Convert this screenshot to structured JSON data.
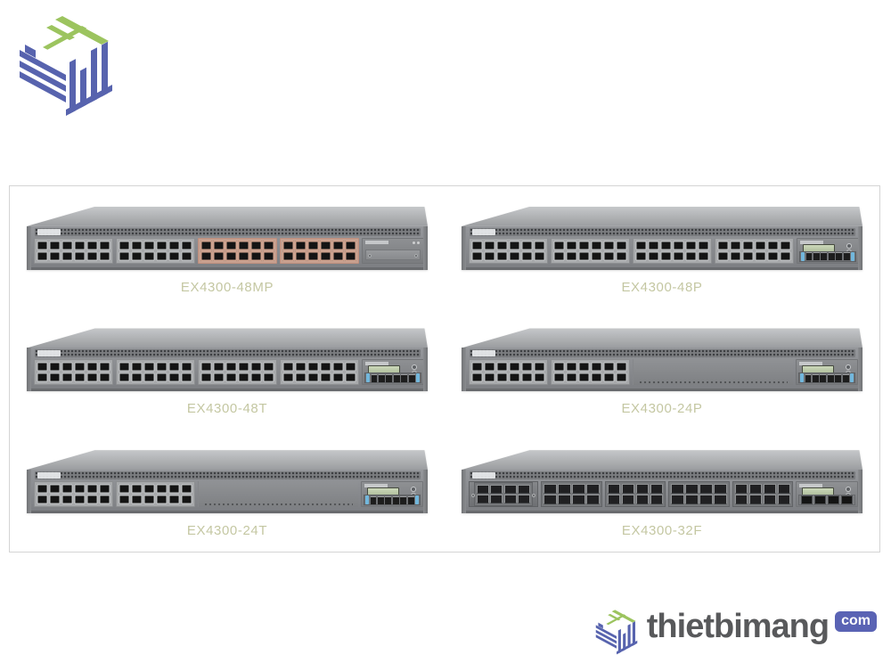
{
  "theme": {
    "page-bg": "#ffffff",
    "logo-green": "#9cc45f",
    "logo-blue": "#5763ae",
    "panel-border": "#d4d4d4",
    "label-color": "#c4c7a2",
    "badge-bg": "#5a63b4",
    "watermark-text-color": "#58595b"
  },
  "products": [
    {
      "label": "EX4300-48MP",
      "style": "copper",
      "ports": 48,
      "right_module": "blank-cover",
      "groups": [
        {
          "count": 12,
          "tone": "gray"
        },
        {
          "count": 12,
          "tone": "gray"
        },
        {
          "count": 12,
          "tone": "salmon"
        },
        {
          "count": 12,
          "tone": "salmon"
        }
      ]
    },
    {
      "label": "EX4300-48P",
      "style": "copper",
      "ports": 48,
      "right_module": "lcd-sfp",
      "groups": [
        {
          "count": 12,
          "tone": "gray"
        },
        {
          "count": 12,
          "tone": "gray"
        },
        {
          "count": 12,
          "tone": "gray"
        },
        {
          "count": 12,
          "tone": "gray"
        }
      ]
    },
    {
      "label": "EX4300-48T",
      "style": "copper",
      "ports": 48,
      "right_module": "lcd-sfp",
      "groups": [
        {
          "count": 12,
          "tone": "gray"
        },
        {
          "count": 12,
          "tone": "gray"
        },
        {
          "count": 12,
          "tone": "gray"
        },
        {
          "count": 12,
          "tone": "gray"
        }
      ]
    },
    {
      "label": "EX4300-24P",
      "style": "copper",
      "ports": 24,
      "right_module": "lcd-sfp",
      "groups": [
        {
          "count": 12,
          "tone": "gray"
        },
        {
          "count": 12,
          "tone": "gray"
        }
      ]
    },
    {
      "label": "EX4300-24T",
      "style": "copper",
      "ports": 24,
      "right_module": "lcd-sfp",
      "groups": [
        {
          "count": 12,
          "tone": "gray"
        },
        {
          "count": 12,
          "tone": "gray"
        }
      ]
    },
    {
      "label": "EX4300-32F",
      "style": "fiber",
      "ports": 32,
      "right_module": "lcd-qsfp",
      "left_module_ports": 8,
      "groups": [
        {
          "count": 8
        },
        {
          "count": 8
        },
        {
          "count": 8
        },
        {
          "count": 8
        }
      ]
    }
  ],
  "watermark": {
    "text": "thietbimang",
    "tld": "com"
  }
}
